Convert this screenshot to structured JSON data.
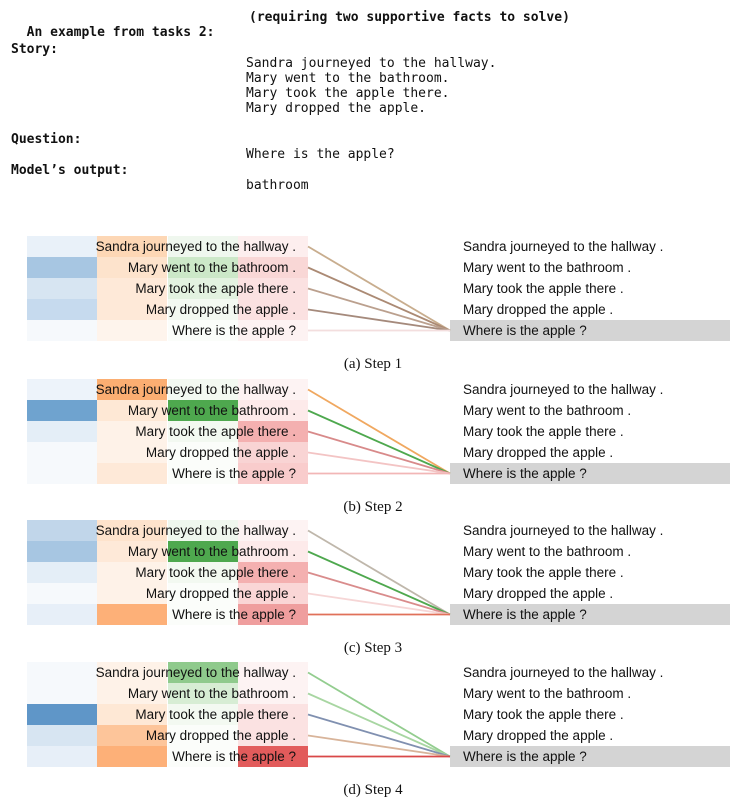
{
  "header": {
    "example_label": "An example from tasks 2:",
    "example_note": "(requiring two supportive facts to solve)",
    "story_label": "Story:",
    "story_lines": [
      "Sandra journeyed to the hallway.",
      "Mary went to the bathroom.",
      "Mary took the apple there.",
      "Mary dropped the apple."
    ],
    "question_label": "Question:",
    "question": "Where is the apple?",
    "output_label": "Model’s output:",
    "output": "bathroom"
  },
  "sentences": [
    "Sandra journeyed to the hallway .",
    "Mary went to the bathroom .",
    "Mary took the apple there .",
    "Mary dropped the apple .",
    "Where is the apple ?"
  ],
  "steps": [
    {
      "caption": "(a) Step 1",
      "blue": [
        "#e9f1f9",
        "#a7c6e2",
        "#d7e5f2",
        "#c6daee",
        "#f6f9fc"
      ],
      "orange": [
        "#fdd7b5",
        "#fde3cc",
        "#fee9d8",
        "#fee9d8",
        "#fef4ec"
      ],
      "green": [
        "#eff7ee",
        "#cce8c8",
        "#e3f2e0",
        "#f3f9f1",
        "#fbfdfa"
      ],
      "red": [
        "#fdeeee",
        "#f9d7d6",
        "#fbe1e1",
        "#fbe1e1",
        "#fdf2f2"
      ],
      "lines": [
        "#c8ad8e",
        "#ab8a74",
        "#bba08e",
        "#a58a7c",
        "#f3dede"
      ]
    },
    {
      "caption": "(b) Step 2",
      "blue": [
        "#edf3fa",
        "#6fa3cf",
        "#e4eef7",
        "#f6f9fc",
        "#f6f9fc"
      ],
      "orange": [
        "#fbae72",
        "#fee8d5",
        "#fef2e8",
        "#fef2e8",
        "#fee9d8"
      ],
      "green": [
        "#f3f9f1",
        "#4ea84e",
        "#f3f9f1",
        "#fbfdfa",
        "#fbfdfa"
      ],
      "red": [
        "#fdf3f3",
        "#fdeaea",
        "#f4b0b0",
        "#f9d4d4",
        "#f9cccc"
      ],
      "lines": [
        "#f0a860",
        "#4ea84e",
        "#d88a8a",
        "#f3c4c4",
        "#f2b6b6"
      ]
    },
    {
      "caption": "(c) Step 3",
      "blue": [
        "#c1d6ea",
        "#a7c6e2",
        "#e4eef7",
        "#f6f9fc",
        "#e7eff8"
      ],
      "orange": [
        "#fee3cc",
        "#fee9d8",
        "#fef2e8",
        "#fef2e8",
        "#fdb078"
      ],
      "green": [
        "#eff7ee",
        "#4ea84e",
        "#f3f9f1",
        "#fbfdfa",
        "#fbfdfa"
      ],
      "red": [
        "#fdf3f3",
        "#fdeaea",
        "#f4b0b0",
        "#fad6d6",
        "#ef9e9e"
      ],
      "lines": [
        "#bfb7ab",
        "#4ea84e",
        "#d98c8c",
        "#f6d6d6",
        "#e0715a"
      ]
    },
    {
      "caption": "(d) Step 4",
      "blue": [
        "#f6f9fc",
        "#f6f9fc",
        "#5f96c8",
        "#d7e5f2",
        "#e7eff8"
      ],
      "orange": [
        "#fef2e8",
        "#fef2e8",
        "#fee8d5",
        "#fdc59a",
        "#fdb078"
      ],
      "green": [
        "#8fca8c",
        "#d7edd4",
        "#f3f9f1",
        "#fbfdfa",
        "#fbfdfa"
      ],
      "red": [
        "#fdf3f3",
        "#fdf3f3",
        "#fbe2e2",
        "#fbe2e2",
        "#e25b5b"
      ],
      "lines": [
        "#93cd8f",
        "#a8d6a2",
        "#8090b0",
        "#d8b49a",
        "#d94848"
      ]
    }
  ]
}
